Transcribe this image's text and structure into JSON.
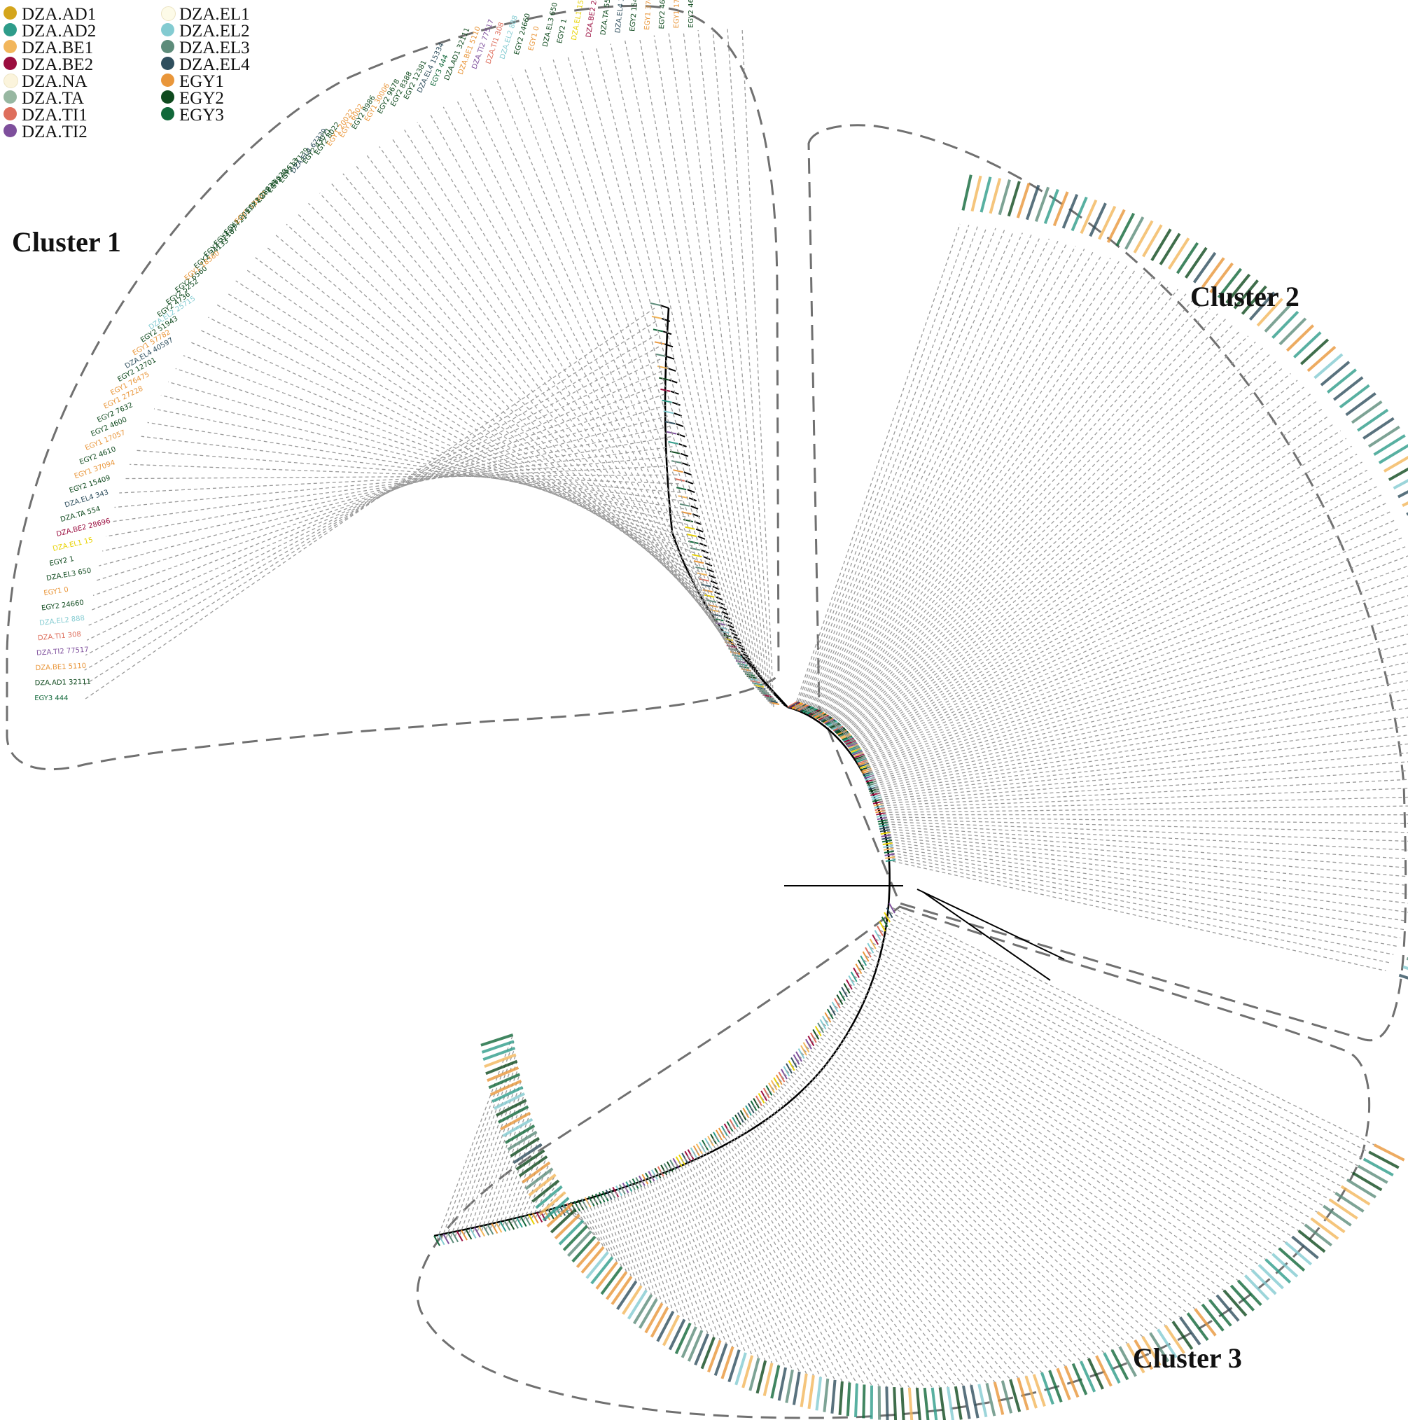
{
  "legend": [
    {
      "name": "DZA.AD1",
      "color": "#d4a51c"
    },
    {
      "name": "DZA.AD2",
      "color": "#2e9c8a"
    },
    {
      "name": "DZA.BE1",
      "color": "#f2b65b"
    },
    {
      "name": "DZA.BE2",
      "color": "#9b0d3f"
    },
    {
      "name": "DZA.NA",
      "color": "#fbf4dc"
    },
    {
      "name": "DZA.TA",
      "color": "#97b7a1"
    },
    {
      "name": "DZA.TI1",
      "color": "#de6e5c"
    },
    {
      "name": "DZA.TI2",
      "color": "#7e4f9c"
    },
    {
      "name": "DZA.EL1",
      "color": "#fdfbe8"
    },
    {
      "name": "DZA.EL2",
      "color": "#83cbd1"
    },
    {
      "name": "DZA.EL3",
      "color": "#5d8c7a"
    },
    {
      "name": "DZA.EL4",
      "color": "#2f4f5e"
    },
    {
      "name": "EGY1",
      "color": "#e9963a"
    },
    {
      "name": "EGY2",
      "color": "#0f4a1e"
    },
    {
      "name": "EGY3",
      "color": "#11683a"
    }
  ],
  "clusters": [
    {
      "label": "Cluster 1"
    },
    {
      "label": "Cluster 2"
    },
    {
      "label": "Cluster 3"
    }
  ],
  "tip_labels": {
    "cluster1": [
      "EGY3 444",
      "DZA.AD1 32111",
      "DZA.BE1 5110",
      "DZA.TI2 77517",
      "DZA.TI1 308",
      "DZA.EL2 888",
      "EGY2 24660",
      "EGY1 0",
      "DZA.EL3 650",
      "EGY2 1",
      "DZA.EL1 15",
      "DZA.BE2 28696",
      "DZA.TA 554",
      "DZA.EL4 343",
      "EGY2 15409",
      "EGY1 37094",
      "EGY2 4610",
      "EGY1 17057",
      "EGY2 4600",
      "EGY2 7632",
      "EGY1 27228",
      "EGY1 76475",
      "EGY2 12701",
      "DZA.EL4 40597",
      "EGY1 57782",
      "EGY2 51943",
      "DZA.EL2 25715",
      "EGY2 4736",
      "EGY2 5252",
      "EGY2 6560",
      "EGY1 18380",
      "EGY2 34133",
      "EGY2 22167",
      "EGY2 29721",
      "EGY2 20977",
      "EGY1 13907",
      "EGY2 28030",
      "EGY2 15020",
      "EGY2 15613",
      "EGY2 87139",
      "DZA.EL4 67339",
      "EGY2 43071",
      "EGY2 8022",
      "EGY1 20022",
      "EGY1 6002",
      "EGY2 8986",
      "EGY1 30006",
      "EGY2 9678",
      "EGY2 8388",
      "EGY2 12381",
      "DZA.EL4 15334"
    ]
  }
}
